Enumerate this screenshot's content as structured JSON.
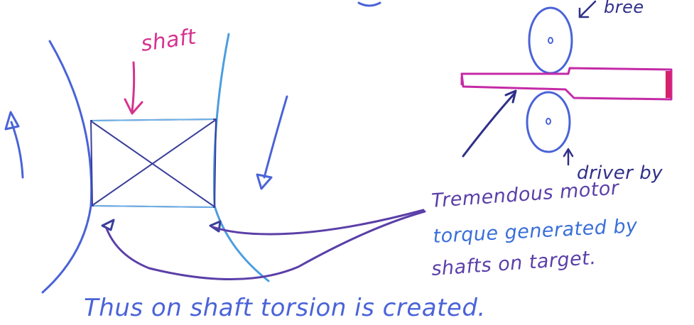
{
  "labels": {
    "top_partial": "bree",
    "shaft": "shaft",
    "driven": "driver by",
    "note_line1": "Tremendous motor",
    "note_line2": "torque generated by",
    "note_line3": "shafts on target.",
    "conclusion": "Thus on shaft torsion is created."
  },
  "colors": {
    "pink": "#d6338f",
    "magenta": "#c42aa6",
    "blue": "#4a63d8",
    "light_blue": "#5aa8e0",
    "violet": "#5b3fa8",
    "navy": "#2f2f8a"
  }
}
